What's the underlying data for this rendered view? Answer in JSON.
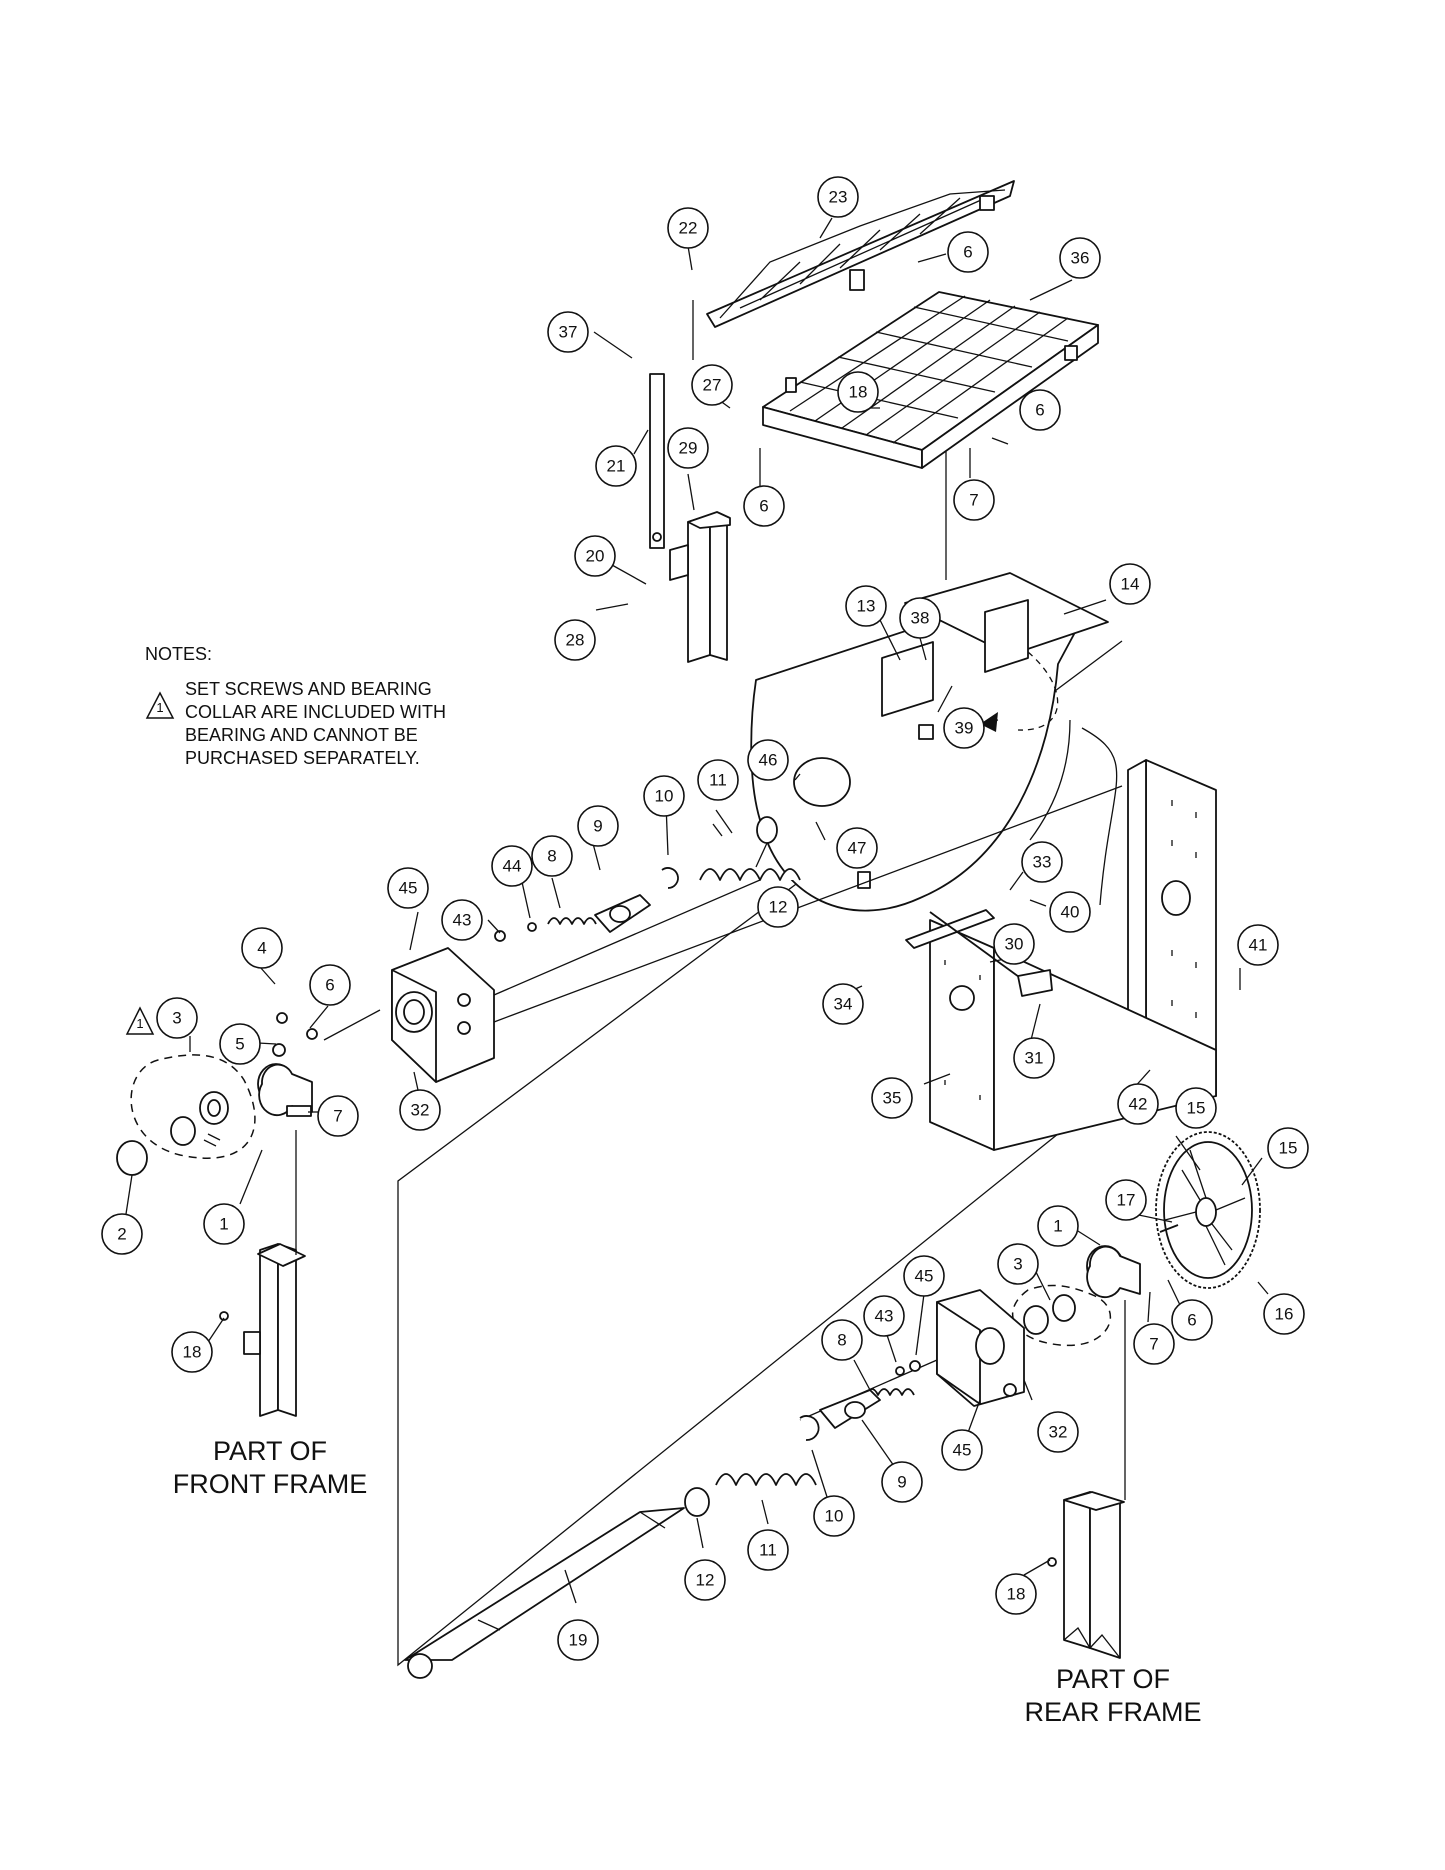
{
  "notes": {
    "heading": "NOTES:",
    "warning_marker": "1",
    "lines": [
      "SET SCREWS AND BEARING",
      "COLLAR ARE INCLUDED WITH",
      "BEARING AND CANNOT BE",
      "PURCHASED SEPARATELY."
    ]
  },
  "captions": {
    "front_frame": [
      "PART OF",
      "FRONT FRAME"
    ],
    "rear_frame": [
      "PART OF",
      "REAR FRAME"
    ]
  },
  "reference_marker": "1",
  "callouts": [
    "23",
    "22",
    "6",
    "36",
    "37",
    "27",
    "18",
    "6",
    "21",
    "29",
    "6",
    "7",
    "20",
    "28",
    "13",
    "38",
    "14",
    "39",
    "46",
    "10",
    "11",
    "9",
    "8",
    "44",
    "45",
    "43",
    "12",
    "47",
    "33",
    "40",
    "30",
    "41",
    "34",
    "31",
    "35",
    "42",
    "4",
    "6",
    "5",
    "3",
    "7",
    "32",
    "2",
    "1",
    "15",
    "15",
    "1",
    "17",
    "3",
    "45",
    "43",
    "8",
    "6",
    "7",
    "16",
    "18",
    "32",
    "45",
    "9",
    "10",
    "11",
    "12",
    "19",
    "18"
  ]
}
